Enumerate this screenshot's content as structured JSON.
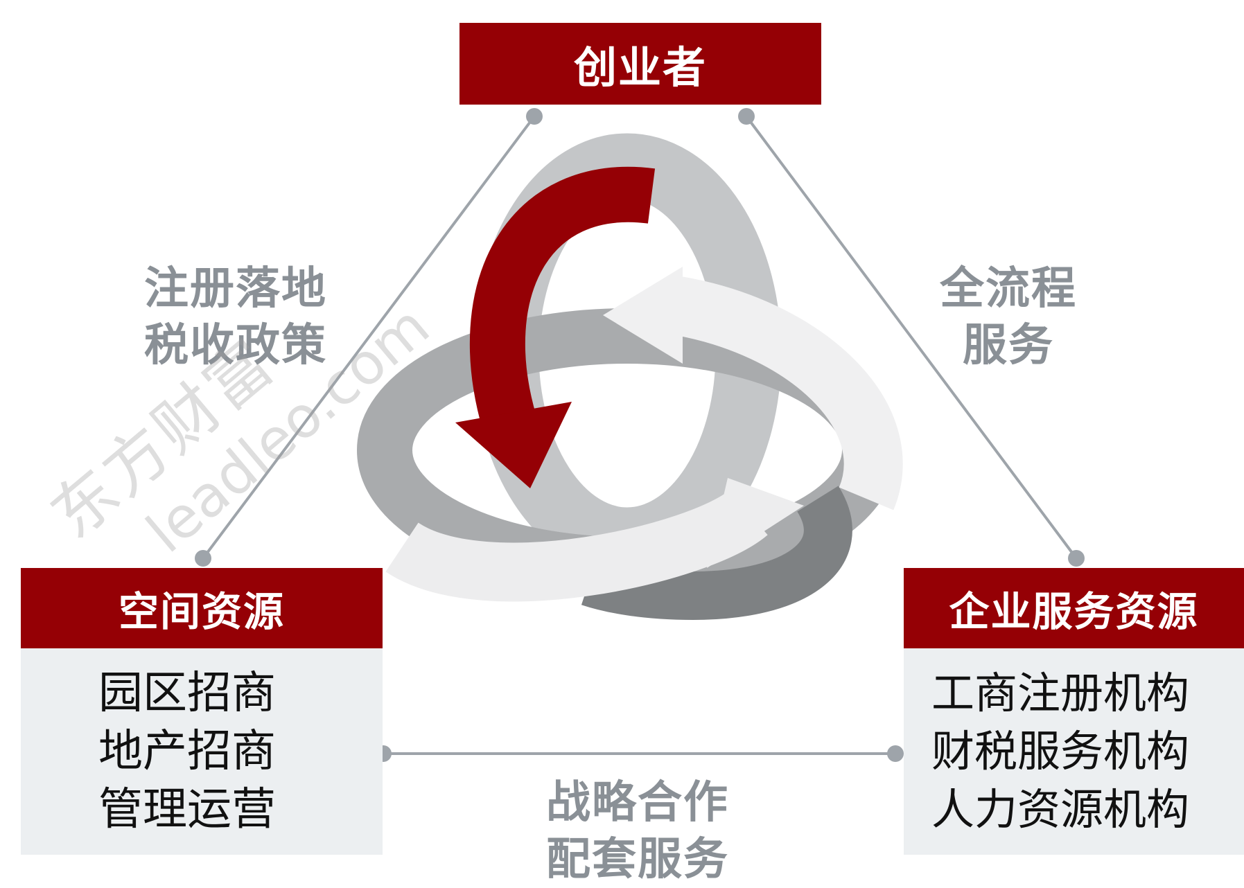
{
  "nodes": {
    "top": {
      "title": "创业者"
    },
    "left": {
      "title": "空间资源",
      "items": [
        "园区招商",
        "地产招商",
        "管理运营"
      ]
    },
    "right": {
      "title": "企业服务资源",
      "items": [
        "工商注册机构",
        "财税服务机构",
        "人力资源机构"
      ]
    }
  },
  "edges": {
    "left": {
      "lines": [
        "注册落地",
        "税收政策"
      ]
    },
    "right": {
      "lines": [
        "全流程",
        "服务"
      ]
    },
    "bottom": {
      "lines": [
        "战略合作",
        "配套服务"
      ]
    }
  },
  "watermark": {
    "brand_cn": "东方财富",
    "brand_en": "leadleo.com"
  },
  "colors": {
    "accent_red": "#950005",
    "box_gray": "#eceff1",
    "label_gray": "#8a9096",
    "line_gray": "#9ea4aa"
  }
}
